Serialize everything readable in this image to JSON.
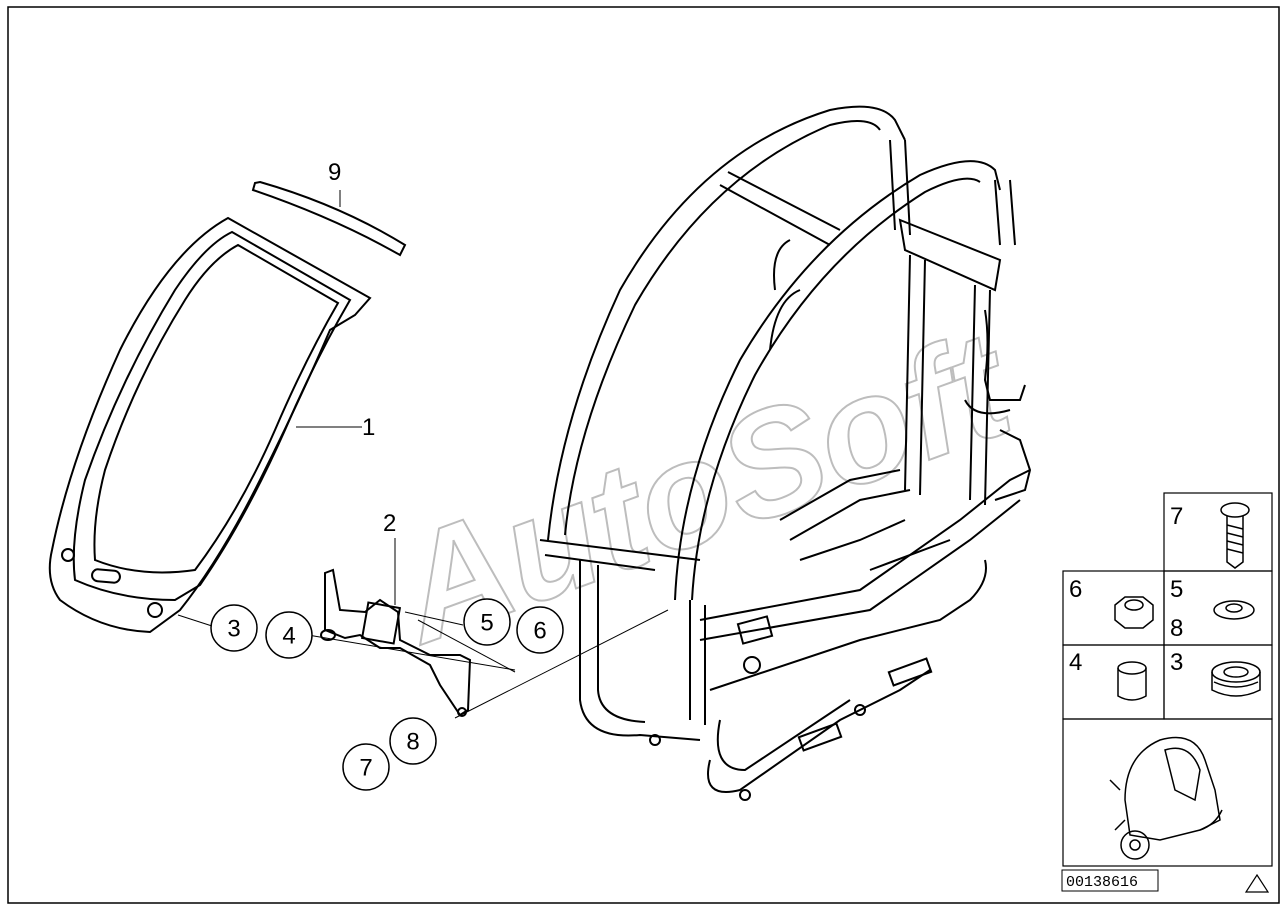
{
  "watermark": "AutoSoft",
  "reference_number": "00138616",
  "labels": {
    "part_1": "1",
    "part_2": "2",
    "part_9": "9"
  },
  "callouts": {
    "c3": "3",
    "c4": "4",
    "c5": "5",
    "c6": "6",
    "c7": "7",
    "c8": "8"
  },
  "legend": {
    "cell_7": "7",
    "cell_6": "6",
    "cell_5": "5",
    "cell_8": "8",
    "cell_4": "4",
    "cell_3": "3"
  }
}
